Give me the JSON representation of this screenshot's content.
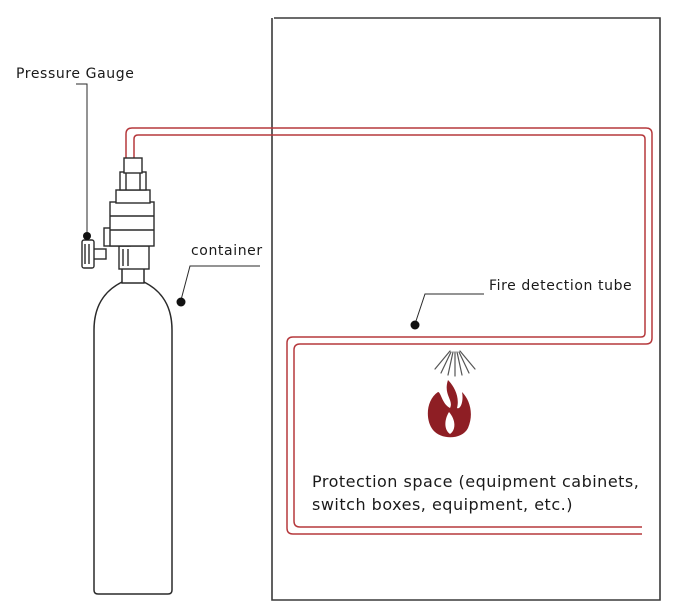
{
  "labels": {
    "pressure_gauge": "Pressure Gauge",
    "container": "container",
    "fire_detection_tube": "Fire detection tube",
    "protection_space_line1": "Protection space (equipment cabinets,",
    "protection_space_line2": "switch boxes, equipment, etc.)"
  },
  "colors": {
    "tube": "#b5383c",
    "flame": "#8e1e24",
    "outline": "#2a2a2a",
    "text": "#1a1a1a"
  }
}
